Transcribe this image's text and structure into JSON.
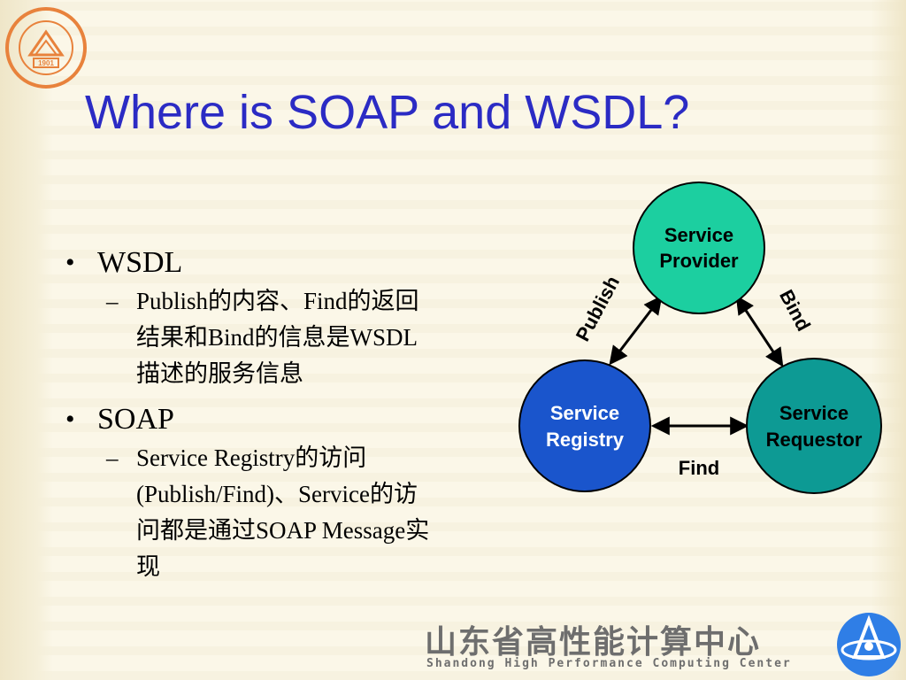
{
  "title": "Where is SOAP and WSDL?",
  "bullets": [
    {
      "label": "WSDL",
      "sub": [
        [
          "Publish的内容、Find的返回",
          "结果和Bind的信息是WSDL",
          "描述的服务信息"
        ]
      ]
    },
    {
      "label": "SOAP",
      "sub": [
        [
          "Service Registry的访问",
          "(Publish/Find)、Service的访",
          "问都是通过SOAP Message实",
          "现"
        ]
      ]
    }
  ],
  "diagram": {
    "nodes": {
      "provider": {
        "line1": "Service",
        "line2": "Provider",
        "color": "#1ccfa0"
      },
      "registry": {
        "line1": "Service",
        "line2": "Registry",
        "color": "#1a55cc"
      },
      "requestor": {
        "line1": "Service",
        "line2": "Requestor",
        "color": "#0d9a94"
      }
    },
    "edges": {
      "publish": "Publish",
      "bind": "Bind",
      "find": "Find"
    }
  },
  "footer": {
    "chinese": "山东省高性能计算中心",
    "english": "Shandong High Performance Computing Center"
  },
  "logo": {
    "text": "1901"
  },
  "colors": {
    "title": "#2b2bc4",
    "logo": "#e8823c",
    "footer_logo": "#2f7ee6"
  }
}
